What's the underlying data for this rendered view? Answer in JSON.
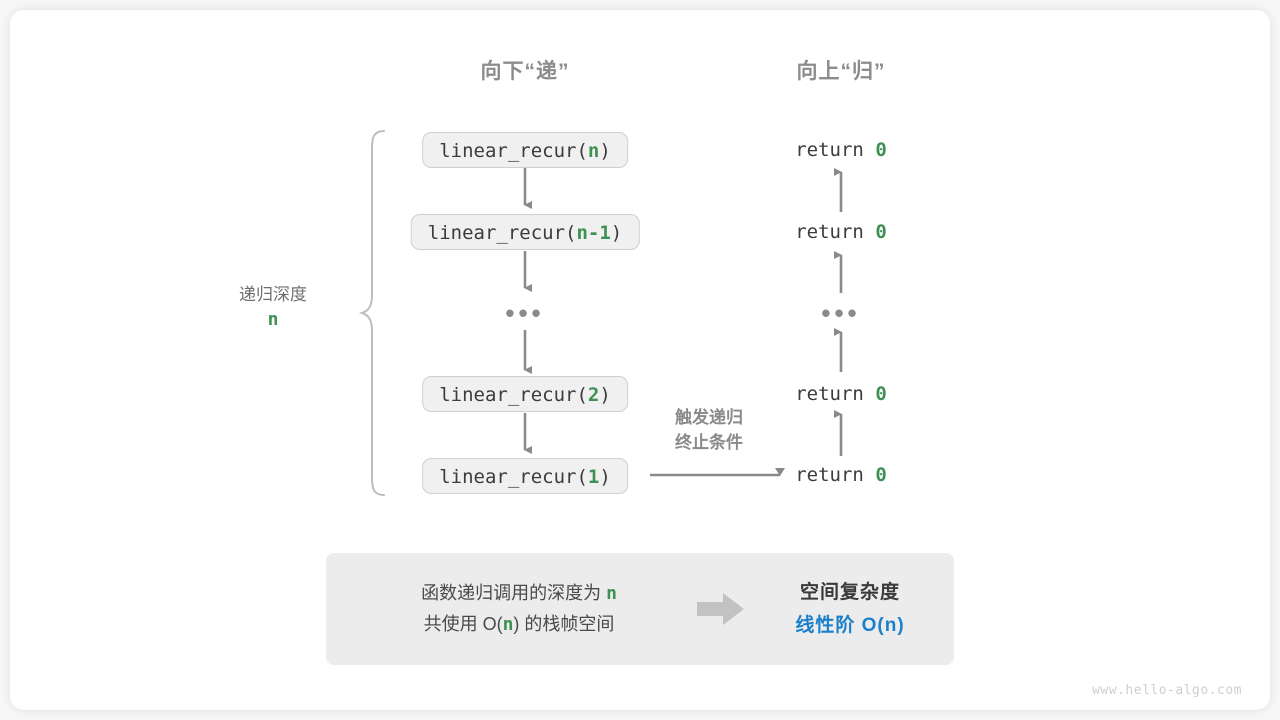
{
  "page": {
    "background": "#f7f7f7",
    "card_background": "#ffffff",
    "accent_green": "#3f9153",
    "accent_blue": "#1a80cc",
    "gray": "#8c8c8c",
    "footer": "www.hello-algo.com"
  },
  "headers": {
    "down": "向下“递”",
    "up": "向上“归”"
  },
  "depth_label": {
    "title": "递归深度",
    "value": "n"
  },
  "trigger_label": {
    "line1": "触发递归",
    "line2": "终止条件"
  },
  "calls": [
    {
      "prefix": "linear_recur(",
      "arg": "n",
      "suffix": ")"
    },
    {
      "prefix": "linear_recur(",
      "arg": "n-1",
      "suffix": ")"
    },
    {
      "ellipsis": "•••"
    },
    {
      "prefix": "linear_recur(",
      "arg": "2",
      "suffix": ")"
    },
    {
      "prefix": "linear_recur(",
      "arg": "1",
      "suffix": ")"
    }
  ],
  "returns": [
    {
      "text": "return ",
      "value": "0"
    },
    {
      "text": "return ",
      "value": "0"
    },
    {
      "ellipsis": "•••"
    },
    {
      "text": "return ",
      "value": "0"
    },
    {
      "text": "return ",
      "value": "0"
    }
  ],
  "summary": {
    "line1_pre": "函数递归调用的深度为 ",
    "line1_em": "n",
    "line2_pre": "共使用 O(",
    "line2_em": "n",
    "line2_post": ") 的栈帧空间",
    "arrow": "block-arrow-right",
    "title": "空间复杂度",
    "value": "线性阶 O(n)"
  }
}
